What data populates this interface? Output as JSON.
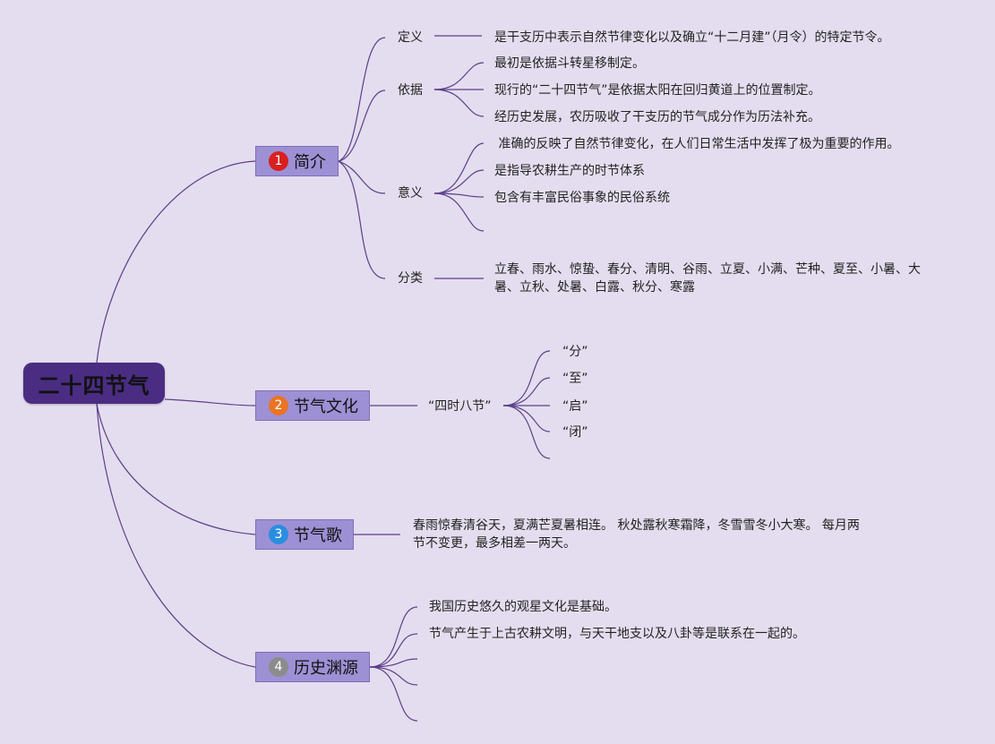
{
  "root": "二十四节气",
  "colors": {
    "background": "#e4ddef",
    "root": "#4a2c82",
    "topic": "#9e90d4",
    "line": "#5b3f8a",
    "badge1": "#d82020",
    "badge2": "#ea7425",
    "badge3": "#2a8ee0",
    "badge4": "#8c8c8c"
  },
  "topics": [
    {
      "num": "1",
      "label": "简介",
      "subs": [
        {
          "label": "定义",
          "items": [
            "是干支历中表示自然节律变化以及确立“十二月建”（月令）的特定节令。"
          ]
        },
        {
          "label": "依据",
          "items": [
            "最初是依据斗转星移制定。",
            "现行的“二十四节气”是依据太阳在回归黄道上的位置制定。",
            "经历史发展，农历吸收了干支历的节气成分作为历法补充。"
          ]
        },
        {
          "label": "意义",
          "items": [
            " 准确的反映了自然节律变化，在人们日常生活中发挥了极为重要的作用。",
            "是指导农耕生产的时节体系",
            "包含有丰富民俗事象的民俗系统",
            ""
          ]
        },
        {
          "label": "分类",
          "items": [
            "立春、雨水、惊蛰、春分、清明、谷雨、立夏、小满、芒种、夏至、小暑、大暑、立秋、处暑、白露、秋分、寒露"
          ]
        }
      ]
    },
    {
      "num": "2",
      "label": "节气文化",
      "subs": [
        {
          "label": "“四时八节”",
          "items": [
            "“分”",
            "“至”",
            "“启”",
            "“闭”",
            ""
          ]
        }
      ]
    },
    {
      "num": "3",
      "label": "节气歌",
      "text": "春雨惊春清谷天，夏满芒夏暑相连。 秋处露秋寒霜降，冬雪雪冬小大寒。 每月两节不变更，最多相差一两天。"
    },
    {
      "num": "4",
      "label": "历史渊源",
      "items": [
        "我国历史悠久的观星文化是基础。",
        "节气产生于上古农耕文明，与天干地支以及八卦等是联系在一起的。",
        "",
        "",
        ""
      ]
    }
  ]
}
